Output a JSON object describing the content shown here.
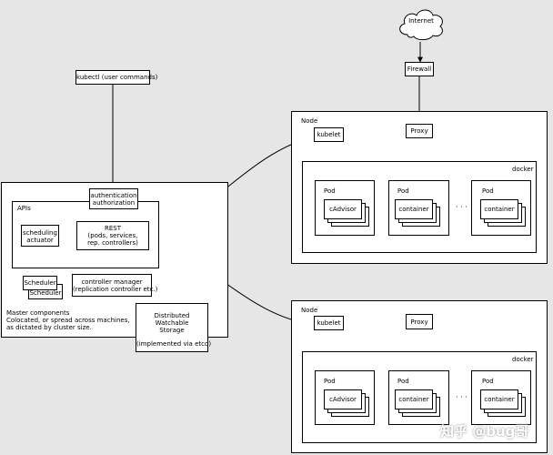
{
  "internet": {
    "label": "Internet"
  },
  "firewall": {
    "label": "Firewall"
  },
  "kubectl": {
    "label": "kubectl (user commands)"
  },
  "master": {
    "apis_label": "APIs",
    "auth_line1": "authentication",
    "auth_line2": "authorization",
    "rest_line1": "REST",
    "rest_line2": "(pods, services,",
    "rest_line3": "rep. controllers)",
    "sched_act_line1": "scheduling",
    "sched_act_line2": "actuator",
    "scheduler_front": "Scheduler",
    "scheduler_back": "Scheduler",
    "ctrl_line1": "controller manager",
    "ctrl_line2": "(replication controller etc.)",
    "desc_line1": "Master components",
    "desc_line2": "Colocated, or spread across machines,",
    "desc_line3": "as dictated by cluster size."
  },
  "storage": {
    "line1": "Distributed",
    "line2": "Watchable",
    "line3": "Storage",
    "line4": "(implemented via etcd)"
  },
  "node1": {
    "label": "Node",
    "kubelet": "kubelet",
    "proxy": "Proxy",
    "docker": "docker",
    "pod1_label": "Pod",
    "pod1_inner": "cAdvisor",
    "pod2_label": "Pod",
    "pod2_inner": "container",
    "pod3_label": "Pod",
    "pod3_inner": "container",
    "ellipsis": "· · ·"
  },
  "node2": {
    "label": "Node",
    "kubelet": "kubelet",
    "proxy": "Proxy",
    "docker": "docker",
    "pod1_label": "Pod",
    "pod1_inner": "cAdvisor",
    "pod2_label": "Pod",
    "pod2_inner": "container",
    "pod3_label": "Pod",
    "pod3_inner": "container",
    "ellipsis": "· · ·"
  },
  "watermark": {
    "text": "知乎 @bug哥"
  }
}
